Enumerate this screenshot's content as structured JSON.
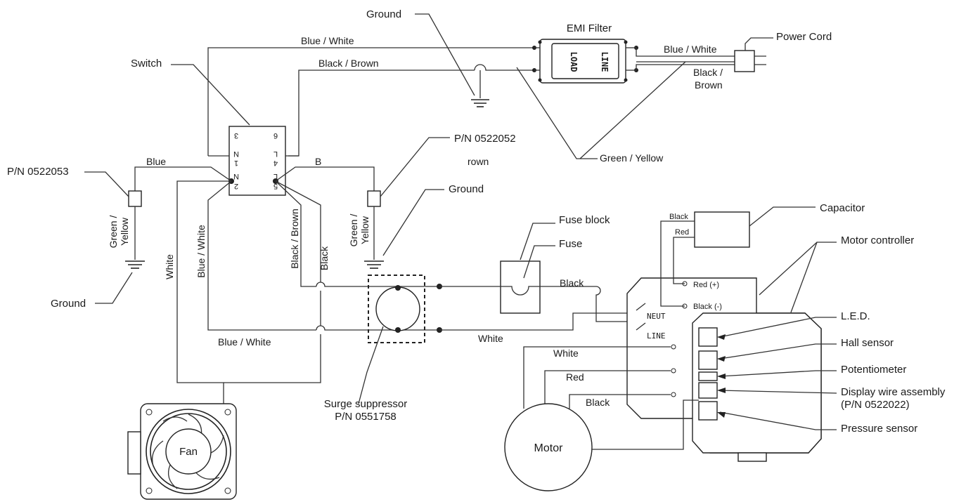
{
  "labels": {
    "ground_top": "Ground",
    "emi_filter": "EMI Filter",
    "power_cord": "Power Cord",
    "switch": "Switch",
    "pn_0522052": "P/N 0522052",
    "rown": "rown",
    "pn_0522053": "P/N 0522053",
    "ground_right": "Ground",
    "ground_left": "Ground",
    "fuse_block": "Fuse block",
    "fuse": "Fuse",
    "capacitor": "Capacitor",
    "motor_controller": "Motor controller",
    "led": "L.E.D.",
    "hall_sensor": "Hall sensor",
    "potentiometer": "Potentiometer",
    "display_wire_1": "Display wire assembly",
    "display_wire_2": "(P/N 0522022)",
    "pressure_sensor": "Pressure sensor",
    "surge_1": "Surge suppressor",
    "surge_2": "P/N 0551758",
    "fan": "Fan",
    "motor": "Motor"
  },
  "wires": {
    "blue_white_top": "Blue / White",
    "black_brown_top": "Black / Brown",
    "blue_white_cord": "Blue / White",
    "black_cord_1": "Black /",
    "black_cord_2": "Brown",
    "green_yellow_filter": "Green / Yellow",
    "blue_left": "Blue",
    "b_right": "B",
    "green_yellow_left_1": "Green /",
    "green_yellow_left_2": "Yellow",
    "green_yellow_right_1": "Green /",
    "green_yellow_right_2": "Yellow",
    "white_vertical": "White",
    "blue_white_vertical": "Blue / White",
    "black_brown_vertical": "Black / Brown",
    "black_vertical": "Black",
    "blue_white_bottom": "Blue / White",
    "black_fuse": "Black",
    "white_line": "White",
    "white_motor": "White",
    "red_motor": "Red",
    "black_motor": "Black",
    "cap_black": "Black",
    "cap_red": "Red",
    "red_plus": "Red (+)",
    "black_minus": "Black (-)"
  },
  "markings": {
    "load": "LOAD",
    "line": "LINE",
    "neut": "NEUT",
    "line_term": "LINE"
  },
  "switch_terminals": [
    "3",
    "6",
    "N",
    "L",
    "1",
    "4",
    "N",
    "L",
    "2",
    "5"
  ]
}
